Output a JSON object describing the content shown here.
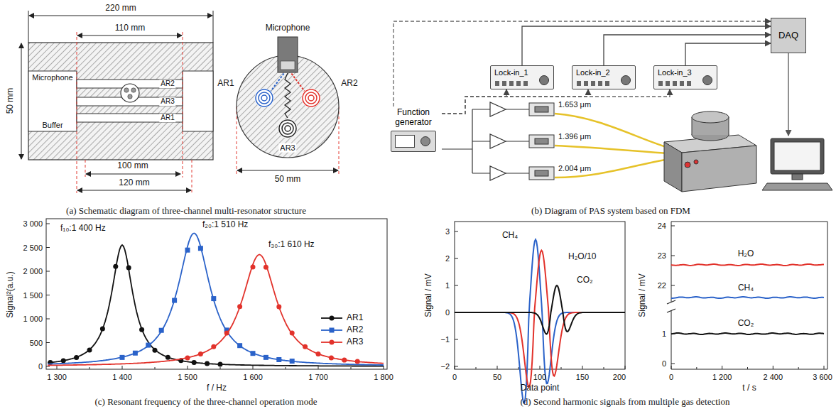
{
  "diagram": {
    "nodes": [
      {
        "text": [
          "Lock-in_1"
        ]
      },
      {
        "text": [
          "Lock-in_2"
        ]
      },
      {
        "text": [
          "Lock-in_3"
        ]
      },
      {
        "text": [
          "DAQ"
        ]
      },
      {
        "text": [
          "Function generator"
        ]
      }
    ],
    "edges": [
      {
        "from": 0,
        "to": 3,
        "arrow": "to"
      },
      {
        "from": 1,
        "to": 3,
        "arrow": "to"
      },
      {
        "from": 2,
        "to": 3,
        "arrow": "to"
      },
      {
        "from": 4,
        "to": 3,
        "arrow": "to"
      },
      {
        "from": 4,
        "to": 0,
        "arrow": "to"
      },
      {
        "from": 4,
        "to": 1,
        "arrow": "to"
      },
      {
        "from": 4,
        "to": 2,
        "arrow": "to"
      }
    ],
    "labels": [
      "220 mm",
      "110 mm",
      "50 mm",
      "Microphone",
      "AR2",
      "AR3",
      "AR1",
      "Buffer",
      "100 mm",
      "120 mm",
      "Microphone",
      "AR1",
      "AR2",
      "AR3",
      "50 mm",
      "(a) Schematic diagram of three-channel multi-resonator structure",
      "1.653 μm",
      "1.396 μm",
      "2.004 μm",
      "(b) Diagram of PAS system based on FDM",
      "3 000",
      "2 500",
      "2 000",
      "1 500",
      "1 000",
      "500",
      "0",
      "1 300",
      "1 400",
      "1 500",
      "1 600",
      "1 700",
      "1 800",
      "Signal²(a.u.)",
      "f / Hz",
      "f₁₀:1 400 Hz",
      "f₂₀:1 510 Hz",
      "f₃₀:1 610 Hz",
      "(c) Resonant frequency of the three-channel operation mode",
      "3",
      "2",
      "1",
      "0",
      "−1",
      "−2",
      "0",
      "50",
      "100",
      "150",
      "200",
      "Signal / mV",
      "Data point",
      "CH₄",
      "H₂O/10",
      "CO₂",
      "24",
      "23",
      "22",
      "1",
      "0",
      "0",
      "1 200",
      "2 400",
      "3 600",
      "Signal / mV",
      "t / s",
      "H₂O",
      "CH₄",
      "CO₂",
      "(d) Second harmonic signals from multiple gas detection"
    ],
    "legend": [
      {
        "text": "AR1"
      },
      {
        "text": "AR2"
      },
      {
        "text": "AR3"
      }
    ]
  }
}
